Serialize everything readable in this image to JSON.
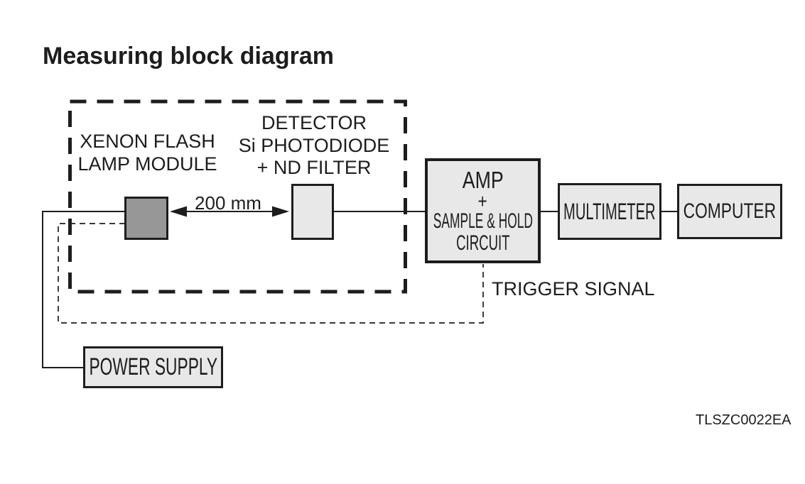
{
  "title": "Measuring block diagram",
  "figure_code": "TLSZC0022EA",
  "labels": {
    "xenon_flash_lamp_module": [
      "XENON FLASH",
      "LAMP MODULE"
    ],
    "detector": [
      "DETECTOR",
      "Si PHOTODIODE",
      "+ ND FILTER"
    ],
    "distance": "200 mm",
    "trigger_signal": "TRIGGER SIGNAL"
  },
  "blocks": {
    "amp": [
      "AMP",
      "+",
      "SAMPLE & HOLD",
      "CIRCUIT"
    ],
    "multimeter": "MULTIMETER",
    "computer": "COMPUTER",
    "power_supply": "POWER SUPPLY"
  },
  "colors": {
    "line": "#1d1d1d",
    "block_fill": "#e8e8e8",
    "lamp_fill": "#979797",
    "background": "#ffffff"
  }
}
